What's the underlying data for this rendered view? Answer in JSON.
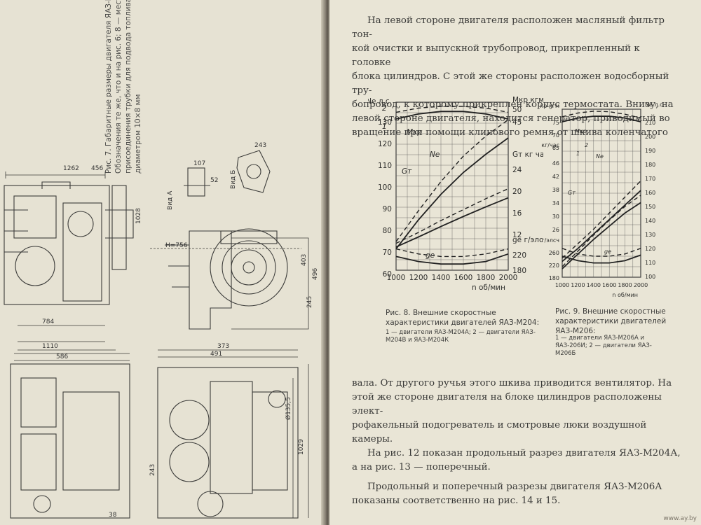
{
  "left_page": {
    "figure7_caption": "Рис. 7. Габаритные размеры двигателя ЯАЗ-М204К. Обозначения те же, что и на рис. 6; 8 — место присоединения трубки для подвода топлива диаметром 10×8 мм",
    "view_labels": {
      "a": "Вид А",
      "b": "Вид Б"
    },
    "dimensions": {
      "d1": "1262",
      "d2": "456",
      "d3": "1028",
      "d4": "243",
      "d5": "52",
      "d6": "107",
      "d7": "H=756",
      "d8": "403",
      "d9": "496",
      "d10": "245",
      "d11": "784",
      "d12": "1110",
      "d13": "586",
      "d14": "373",
      "d15": "491",
      "d16": "1029",
      "d17": "Ø135,5",
      "d18": "38",
      "d19": "243"
    }
  },
  "right_page": {
    "text_top": [
      "На левой стороне двигателя расположен масляный фильтр тон-",
      "кой очистки и выпускной трубопровод, прикрепленный к головке",
      "блока цилиндров. С этой же стороны расположен водосборный тру-",
      "бопровод, к которому прикреплен корпус термостата. Внизу, на",
      "левой стороне двигателя, находится генератор, приводимый во",
      "вращение при помощи клинового ремня от шкива коленчатого"
    ],
    "text_bottom": [
      "вала. От другого ручья этого шкива приводится вентилятор. На",
      "этой же стороне двигателя на блоке цилиндров расположены элект-",
      "рофакельный подогреватель и смотровые люки воздушной камеры."
    ],
    "para2": "На рис. 12 показан продольный разрез двигателя ЯАЗ-М204А, а на рис. 13 — поперечный.",
    "para3": "Продольный и поперечный разрезы двигателя ЯАЗ-М206А показаны соответственно на рис. 14 и 15.",
    "fig8": {
      "caption_title": "Рис. 8. Внешние скоростные характеристики двигателей ЯАЗ-М204:",
      "caption_legend": "1 — двигатели ЯАЗ-М204А; 2 — двигатели ЯАЗ-М204В и ЯАЗ-М204К"
    },
    "fig9": {
      "caption_title": "Рис. 9. Внешние скоростные характеристики двигателей ЯАЗ-М206:",
      "caption_legend": "1 — двигатели ЯАЗ-М206А и ЯАЗ-206И; 2 — двигатели ЯАЗ-М206Б"
    }
  },
  "chart_data": [
    {
      "type": "line",
      "title": "",
      "x_ticks": [
        "1000",
        "1200",
        "1400",
        "1600",
        "1800",
        "2000"
      ],
      "xlabel": "n об/мин",
      "left_axis": {
        "label": "Nе л.с.",
        "ticks": [
          "130",
          "120",
          "110",
          "100",
          "90",
          "80",
          "70",
          "60"
        ]
      },
      "right_axis_top": {
        "label": "Мкр кгм",
        "ticks": [
          "50",
          "45"
        ]
      },
      "right_axis_mid": {
        "label": "Gт кг час",
        "ticks": [
          "24",
          "20",
          "16",
          "12"
        ]
      },
      "right_axis_bottom": {
        "label": "gе г/элсч",
        "ticks": [
          "220",
          "180"
        ]
      },
      "curve_labels": [
        "Мкр",
        "Nе",
        "Gт",
        "gе",
        "1",
        "2"
      ],
      "series": [
        {
          "name": "Мкр 1",
          "x": [
            1000,
            1200,
            1400,
            1600,
            1800,
            2000
          ],
          "y": [
            46,
            47.2,
            47.8,
            47.8,
            47.2,
            46
          ]
        },
        {
          "name": "Мкр 2",
          "x": [
            1000,
            1200,
            1400,
            1600,
            1800,
            2000
          ],
          "y": [
            47.6,
            48.6,
            49,
            49,
            48.6,
            47.6
          ]
        },
        {
          "name": "Nе 1",
          "x": [
            1000,
            1200,
            1400,
            1600,
            1800,
            2000
          ],
          "y": [
            64,
            80,
            94,
            106,
            116,
            125
          ]
        },
        {
          "name": "Nе 2",
          "x": [
            1000,
            1200,
            1400,
            1600,
            1800,
            2000
          ],
          "y": [
            68,
            85,
            101,
            115,
            126,
            135
          ]
        },
        {
          "name": "Gт 1",
          "x": [
            1000,
            1200,
            1400,
            1600,
            1800,
            2000
          ],
          "y": [
            10.8,
            13,
            15.3,
            17.5,
            19.6,
            21.6
          ]
        },
        {
          "name": "Gт 2",
          "x": [
            1000,
            1200,
            1400,
            1600,
            1800,
            2000
          ],
          "y": [
            11.6,
            14,
            16.6,
            19,
            21.4,
            23.6
          ]
        },
        {
          "name": "gе 1",
          "x": [
            1000,
            1200,
            1400,
            1600,
            1800,
            2000
          ],
          "y": [
            212,
            208,
            206,
            206,
            208,
            214
          ]
        },
        {
          "name": "gе 2",
          "x": [
            1000,
            1200,
            1400,
            1600,
            1800,
            2000
          ],
          "y": [
            218,
            214,
            212,
            212,
            214,
            218
          ]
        }
      ]
    },
    {
      "type": "line",
      "title": "",
      "x_ticks": [
        "1000",
        "1200",
        "1400",
        "1600",
        "1800",
        "2000"
      ],
      "xlabel": "n об/мин",
      "left_axis_top": {
        "label": "Мкр кгм",
        "ticks": [
          "75",
          "70",
          "65"
        ]
      },
      "left_axis_mid": {
        "label": "Gт кг/час",
        "ticks": [
          "46",
          "42",
          "38",
          "34",
          "30",
          "26"
        ]
      },
      "left_axis_bottom": {
        "label": "gе г/элсч",
        "ticks": [
          "260",
          "220",
          "180"
        ]
      },
      "right_axis": {
        "label": "Nе л.с.",
        "ticks": [
          "210",
          "200",
          "190",
          "180",
          "170",
          "160",
          "150",
          "140",
          "130",
          "120",
          "110",
          "100"
        ]
      },
      "curve_labels": [
        "Мкр",
        "Nе",
        "Gт",
        "gе",
        "1",
        "2"
      ],
      "series": [
        {
          "name": "Мкр 1",
          "x": [
            1000,
            1200,
            1400,
            1600,
            1800,
            2000
          ],
          "y": [
            70,
            71.5,
            72.2,
            72.2,
            71.5,
            70
          ]
        },
        {
          "name": "Мкр 2",
          "x": [
            1000,
            1200,
            1400,
            1600,
            1800,
            2000
          ],
          "y": [
            72,
            73.5,
            74.2,
            74,
            73,
            71.5
          ]
        },
        {
          "name": "Nе 1",
          "x": [
            1000,
            1200,
            1400,
            1600,
            1800,
            2000
          ],
          "y": [
            100,
            120,
            140,
            158,
            176,
            190
          ]
        },
        {
          "name": "Nе 2",
          "x": [
            1000,
            1200,
            1400,
            1600,
            1800,
            2000
          ],
          "y": [
            103,
            124,
            146,
            166,
            185,
            200
          ]
        },
        {
          "name": "Gт 1",
          "x": [
            1000,
            1200,
            1400,
            1600,
            1800,
            2000
          ],
          "y": [
            21,
            25,
            29.5,
            34,
            38.5,
            43
          ]
        },
        {
          "name": "Gт 2",
          "x": [
            1000,
            1200,
            1400,
            1600,
            1800,
            2000
          ],
          "y": [
            22,
            26.5,
            31,
            36,
            41,
            46
          ]
        },
        {
          "name": "gе 1",
          "x": [
            1000,
            1200,
            1400,
            1600,
            1800,
            2000
          ],
          "y": [
            205,
            201,
            199,
            199,
            201,
            206
          ]
        },
        {
          "name": "gе 2",
          "x": [
            1000,
            1200,
            1400,
            1600,
            1800,
            2000
          ],
          "y": [
            212,
            207,
            205,
            205,
            207,
            212
          ]
        }
      ]
    }
  ],
  "watermark": "www.ay.by"
}
